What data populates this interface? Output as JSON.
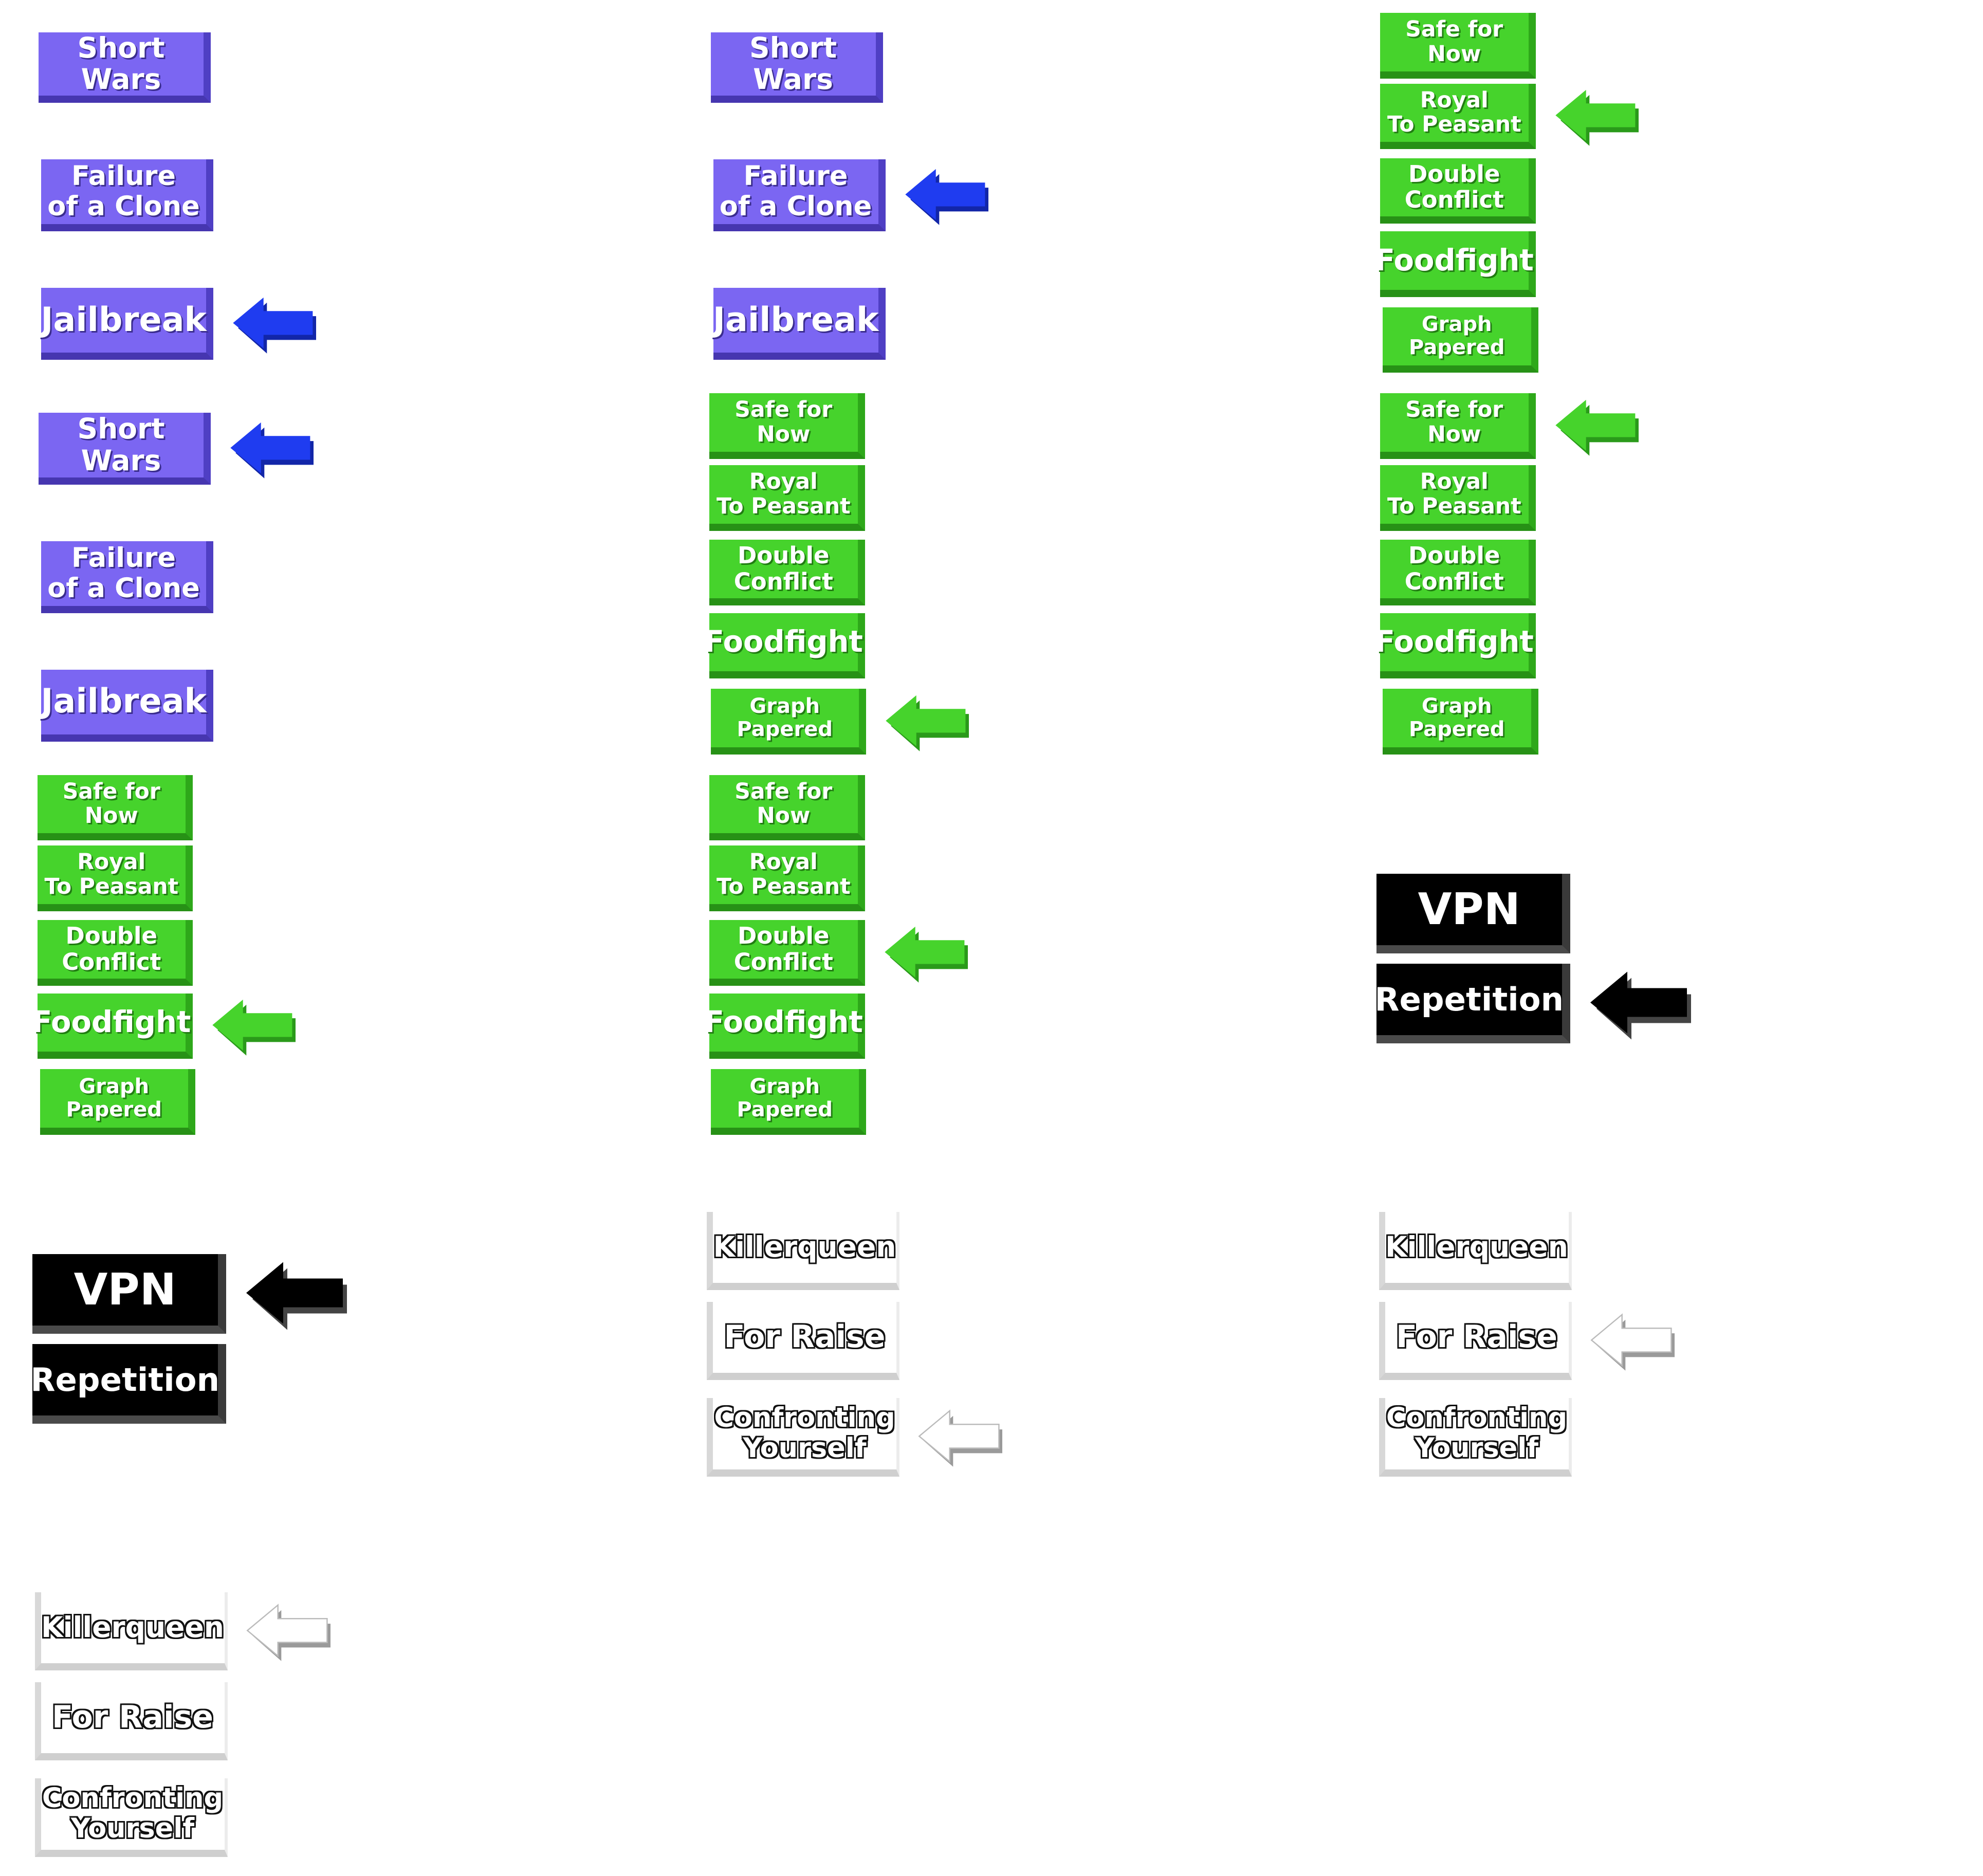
{
  "colors": {
    "purple": "#7b66f2",
    "green": "#46d32c",
    "black": "#000000",
    "white": "#ffffff",
    "arrow_blue": "#1f3cf0",
    "arrow_green": "#46d32c",
    "arrow_black": "#000000",
    "arrow_white": "#ffffff"
  },
  "labels": {
    "short_wars": "Short Wars",
    "failure_of_a_clone": "Failure\nof a Clone",
    "jailbreak": "Jailbreak",
    "safe_for_now": "Safe for\nNow",
    "royal_to_peasant": "Royal\nTo Peasant",
    "double_conflict": "Double\nConflict",
    "foodfight": "Foodfight",
    "graph_papered": "Graph\nPapered",
    "vpn": "VPN",
    "repetition": "Repetition",
    "killerqueen": "Killerqueen",
    "for_raise": "For Raise",
    "confronting_yourself": "Confronting\nYourself"
  },
  "panels": [
    {
      "id": "panel-left",
      "buttons": [
        {
          "key": "short_wars",
          "style": "purple",
          "selected": false
        },
        {
          "key": "failure_of_a_clone",
          "style": "purple",
          "selected": false
        },
        {
          "key": "jailbreak",
          "style": "purple",
          "selected": true
        },
        {
          "key": "short_wars",
          "style": "purple",
          "selected": true
        },
        {
          "key": "failure_of_a_clone",
          "style": "purple",
          "selected": false
        },
        {
          "key": "jailbreak",
          "style": "purple",
          "selected": false
        },
        {
          "key": "safe_for_now",
          "style": "green",
          "selected": false
        },
        {
          "key": "royal_to_peasant",
          "style": "green",
          "selected": false
        },
        {
          "key": "double_conflict",
          "style": "green",
          "selected": false
        },
        {
          "key": "foodfight",
          "style": "green",
          "selected": true
        },
        {
          "key": "graph_papered",
          "style": "green",
          "selected": false
        },
        {
          "key": "vpn",
          "style": "black",
          "selected": true
        },
        {
          "key": "repetition",
          "style": "black",
          "selected": false
        },
        {
          "key": "killerqueen",
          "style": "white",
          "selected": true
        },
        {
          "key": "for_raise",
          "style": "white",
          "selected": false
        },
        {
          "key": "confronting_yourself",
          "style": "white",
          "selected": false
        }
      ]
    },
    {
      "id": "panel-middle",
      "buttons": [
        {
          "key": "short_wars",
          "style": "purple",
          "selected": false
        },
        {
          "key": "failure_of_a_clone",
          "style": "purple",
          "selected": true
        },
        {
          "key": "jailbreak",
          "style": "purple",
          "selected": false
        },
        {
          "key": "safe_for_now",
          "style": "green",
          "selected": false
        },
        {
          "key": "royal_to_peasant",
          "style": "green",
          "selected": false
        },
        {
          "key": "double_conflict",
          "style": "green",
          "selected": false
        },
        {
          "key": "foodfight",
          "style": "green",
          "selected": false
        },
        {
          "key": "graph_papered",
          "style": "green",
          "selected": true
        },
        {
          "key": "safe_for_now",
          "style": "green",
          "selected": false
        },
        {
          "key": "royal_to_peasant",
          "style": "green",
          "selected": false
        },
        {
          "key": "double_conflict",
          "style": "green",
          "selected": true
        },
        {
          "key": "foodfight",
          "style": "green",
          "selected": false
        },
        {
          "key": "graph_papered",
          "style": "green",
          "selected": false
        },
        {
          "key": "killerqueen",
          "style": "white",
          "selected": false
        },
        {
          "key": "for_raise",
          "style": "white",
          "selected": false
        },
        {
          "key": "confronting_yourself",
          "style": "white",
          "selected": true
        }
      ]
    },
    {
      "id": "panel-right",
      "buttons": [
        {
          "key": "safe_for_now",
          "style": "green",
          "selected": false
        },
        {
          "key": "royal_to_peasant",
          "style": "green",
          "selected": true
        },
        {
          "key": "double_conflict",
          "style": "green",
          "selected": false
        },
        {
          "key": "foodfight",
          "style": "green",
          "selected": false
        },
        {
          "key": "graph_papered",
          "style": "green",
          "selected": false
        },
        {
          "key": "safe_for_now",
          "style": "green",
          "selected": true
        },
        {
          "key": "royal_to_peasant",
          "style": "green",
          "selected": false
        },
        {
          "key": "double_conflict",
          "style": "green",
          "selected": false
        },
        {
          "key": "foodfight",
          "style": "green",
          "selected": false
        },
        {
          "key": "graph_papered",
          "style": "green",
          "selected": false
        },
        {
          "key": "vpn",
          "style": "black",
          "selected": false
        },
        {
          "key": "repetition",
          "style": "black",
          "selected": true
        },
        {
          "key": "killerqueen",
          "style": "white",
          "selected": false
        },
        {
          "key": "for_raise",
          "style": "white",
          "selected": true
        },
        {
          "key": "confronting_yourself",
          "style": "white",
          "selected": false
        }
      ]
    }
  ]
}
